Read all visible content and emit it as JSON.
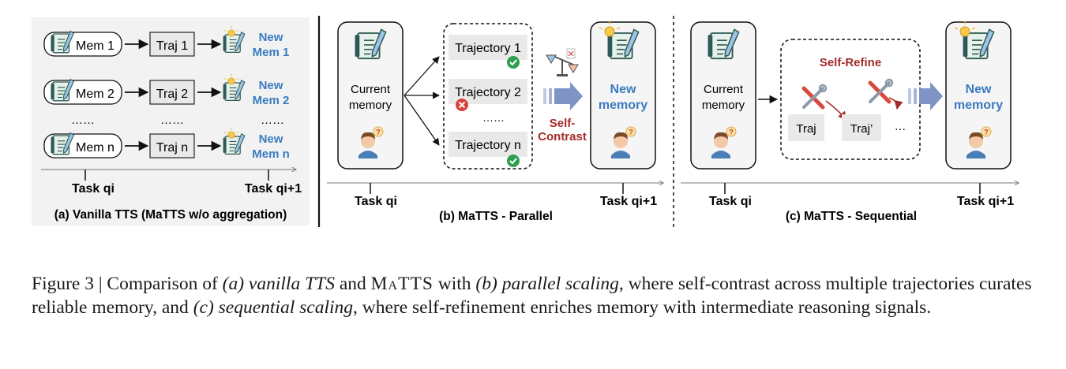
{
  "colors": {
    "accent_blue": "#3a7bbf",
    "accent_red": "#a52a2a",
    "panel_bg": "#f2f2f2",
    "arrow_blue": "#7f93c4",
    "check_green": "#2e9e4f",
    "cross_red": "#d9413b"
  },
  "icons": [
    "memory-notebook-icon",
    "lightbulb-notebook-icon",
    "person-question-icon",
    "scale-icon",
    "tools-icon",
    "check-icon",
    "cross-icon"
  ],
  "panel_a": {
    "rows": [
      {
        "mem": "Mem 1",
        "traj": "Traj 1",
        "new_top": "New",
        "new_bottom": "Mem 1"
      },
      {
        "mem": "Mem 2",
        "traj": "Traj 2",
        "new_top": "New",
        "new_bottom": "Mem 2"
      },
      {
        "mem": "Mem n",
        "traj": "Traj n",
        "new_top": "New",
        "new_bottom": "Mem n"
      }
    ],
    "dots": "……",
    "task_start": "Task qi",
    "task_end": "Task qi+1",
    "caption": "(a) Vanilla TTS (MaTTS w/o aggregation)"
  },
  "panel_b": {
    "current_line1": "Current",
    "current_line2": "memory",
    "trajectories": [
      "Trajectory 1",
      "Trajectory 2",
      "Trajectory n"
    ],
    "dots": "……",
    "contrast_line1": "Self-",
    "contrast_line2": "Contrast",
    "new_line1": "New",
    "new_line2": "memory",
    "task_start": "Task qi",
    "task_end": "Task qi+1",
    "caption": "(b) MaTTS - Parallel"
  },
  "panel_c": {
    "current_line1": "Current",
    "current_line2": "memory",
    "refine_title": "Self-Refine",
    "traj": "Traj",
    "traj_prime": "Traj’",
    "ellipsis": "…",
    "new_line1": "New",
    "new_line2": "memory",
    "task_start": "Task qi",
    "task_end": "Task qi+1",
    "caption": "(c) MaTTS - Sequential"
  },
  "figure_caption": {
    "prefix": "Figure 3 | Comparison of ",
    "vanilla": "(a) vanilla TTS",
    "and": " and ",
    "matts": "MaTTS",
    "with": " with ",
    "parallel": "(b) parallel scaling",
    "middle": ", where self-contrast across multiple trajectories curates reliable memory, and ",
    "sequential": "(c) sequential scaling",
    "suffix": ", where self-refinement enriches memory with intermediate reasoning signals."
  }
}
